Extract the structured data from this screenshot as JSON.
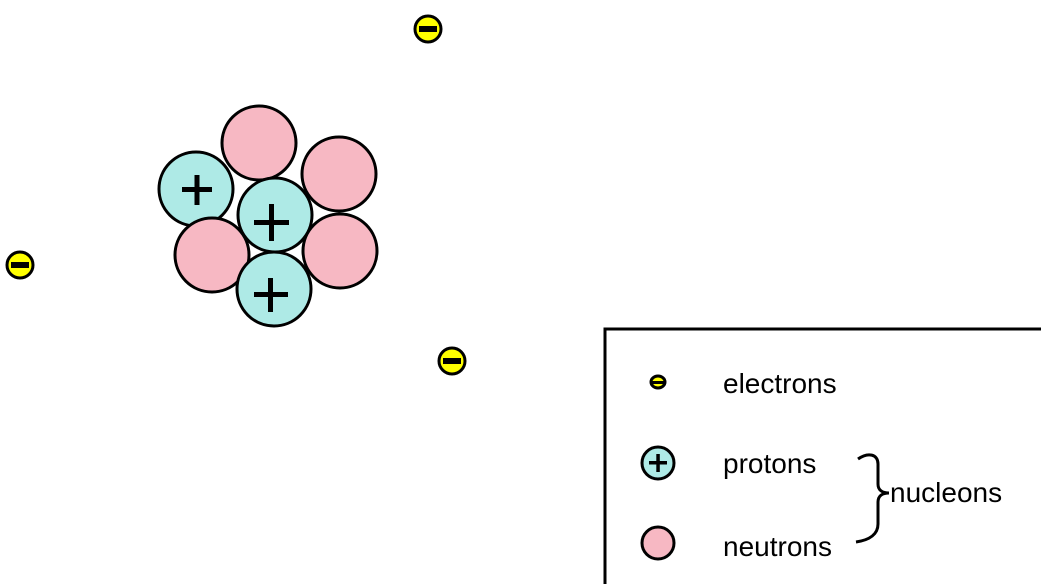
{
  "diagram": {
    "legend": {
      "electrons_label": "electrons",
      "protons_label": "protons",
      "neutrons_label": "neutrons",
      "nucleons_label": "nucleons"
    },
    "particles": {
      "proton_symbol": "+",
      "electron_symbol": "−"
    },
    "colors": {
      "proton_fill": "#aeeae6",
      "neutron_fill": "#f7b8c3",
      "electron_fill": "#ffff00",
      "stroke": "#000000",
      "background": "#ffffff"
    }
  }
}
